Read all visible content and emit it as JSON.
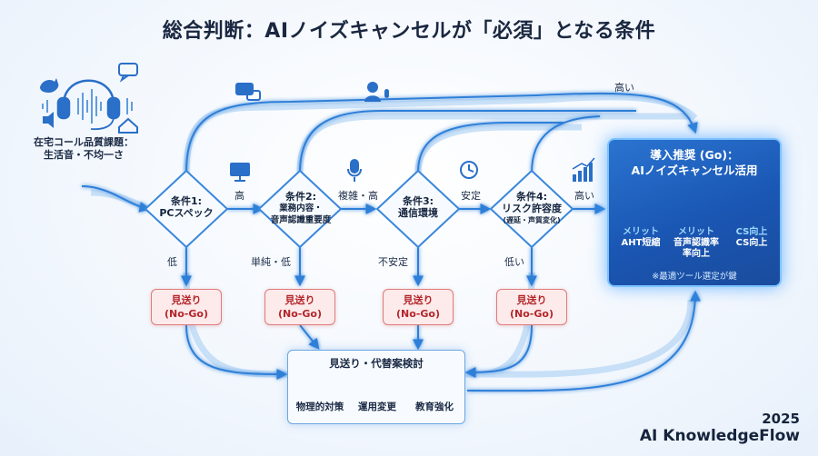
{
  "title": "総合判断：AIノイズキャンセルが「必須」となる条件",
  "start": {
    "label_line1": "在宅コール品質課題：",
    "label_line2": "生活音・不均一さ"
  },
  "conditions": [
    {
      "line1": "条件1:",
      "line2": "PCスペック",
      "line3": ""
    },
    {
      "line1": "条件2:",
      "line2": "業務内容・",
      "line3": "音声認識重要度"
    },
    {
      "line1": "条件3:",
      "line2": "通信環境",
      "line3": ""
    },
    {
      "line1": "条件4:",
      "line2": "リスク許容度",
      "line3": "(遅延・声質変化)"
    }
  ],
  "edges_right": [
    "高",
    "複雑・高",
    "安定",
    "高い"
  ],
  "edges_down": [
    "低",
    "単純・低",
    "不安定",
    "低い"
  ],
  "top_edge_label": "高い",
  "nogo": {
    "line1": "見送り",
    "line2": "(No-Go)"
  },
  "alternatives": {
    "title": "見送り・代替案検討",
    "items": [
      "物理的対策",
      "運用変更",
      "教育強化"
    ]
  },
  "go": {
    "title_line1": "導入推奨 (Go)：",
    "title_line2": "AIノイズキャンセル活用",
    "items": [
      {
        "merit": "メリット",
        "line1": "AHT短縮",
        "line2": ""
      },
      {
        "merit": "メリット",
        "line1": "音声認識率",
        "line2": "率向上"
      },
      {
        "merit": "CS向上",
        "line1": "CS向上",
        "line2": ""
      }
    ],
    "note": "※最適ツール選定が鍵"
  },
  "footer": {
    "year": "2025",
    "brand": "AI KnowledgeFlow"
  },
  "colors": {
    "accent": "#2f7fd8",
    "go_bg": "#1d5bb8",
    "nogo_border": "#e07b7b",
    "nogo_text": "#b3262b"
  }
}
